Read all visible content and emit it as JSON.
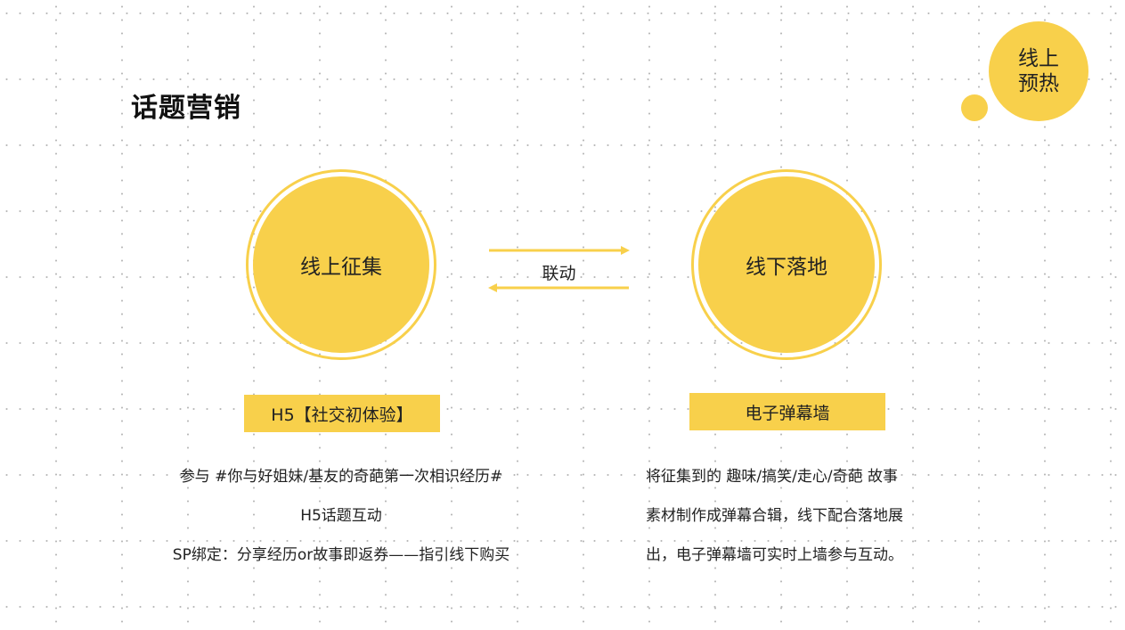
{
  "title": "话题营销",
  "badge": {
    "line1": "线上",
    "line2": "预热"
  },
  "left_circle": {
    "label": "线上征集"
  },
  "right_circle": {
    "label": "线下落地"
  },
  "link": {
    "label": "联动"
  },
  "left_tag": {
    "label": "H5【社交初体验】"
  },
  "right_tag": {
    "label": "电子弹幕墙"
  },
  "left_desc": {
    "lines": [
      "参与 #你与好姐妹/基友的奇葩第一次相识经历#",
      "H5话题互动",
      "SP绑定：分享经历or故事即返券——指引线下购买"
    ]
  },
  "right_desc": {
    "lines": [
      "将征集到的 趣味/搞笑/走心/奇葩 故事",
      "素材制作成弹幕合辑，线下配合落地展",
      "出，电子弹幕墙可实时上墙参与互动。"
    ]
  },
  "colors": {
    "accent": "#f8d04b",
    "text": "#222222"
  }
}
